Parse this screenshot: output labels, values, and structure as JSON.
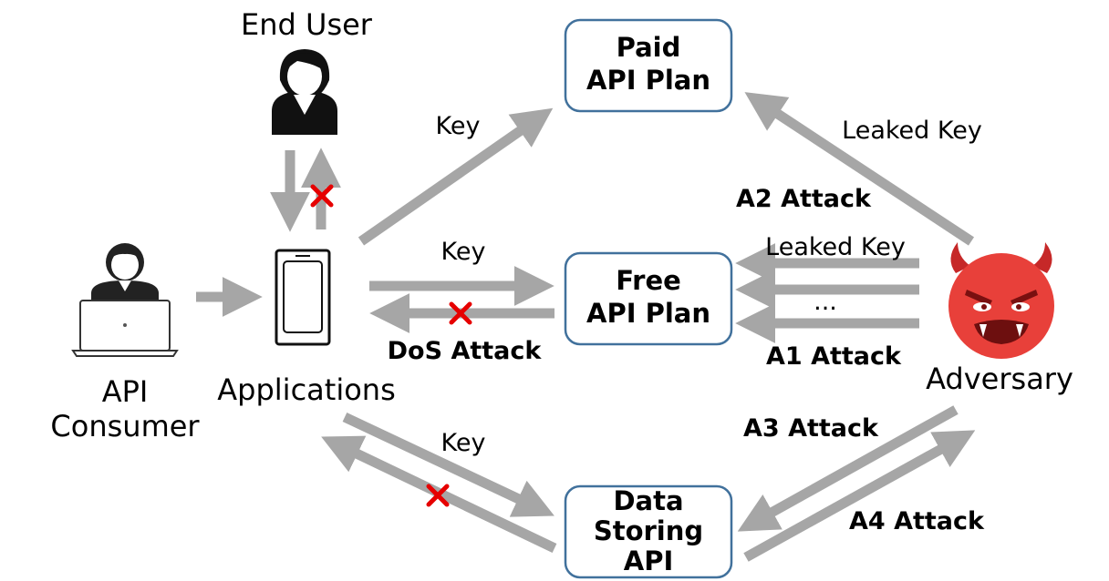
{
  "nodes": {
    "end_user": "End User",
    "api_consumer": [
      "API",
      "Consumer"
    ],
    "applications": "Applications",
    "adversary": "Adversary",
    "paid_plan": [
      "Paid",
      "API Plan"
    ],
    "free_plan": [
      "Free",
      "API Plan"
    ],
    "data_api": [
      "Data",
      "Storing",
      "API"
    ]
  },
  "edge_labels": {
    "key_paid": "Key",
    "key_free": "Key",
    "key_data": "Key",
    "leaked_key_paid": "Leaked Key",
    "leaked_key_free": "Leaked Key",
    "ellipsis": "...",
    "dos_attack": "DoS Attack",
    "a1": "A1 Attack",
    "a2": "A2 Attack",
    "a3": "A3 Attack",
    "a4": "A4 Attack"
  },
  "colors": {
    "arrow": "#a6a6a6",
    "box_border": "#41719c",
    "blocked_mark": "#e60000",
    "devil_face": "#e8403a"
  },
  "icons": [
    "user-icon",
    "laptop-user-icon",
    "smartphone-icon",
    "devil-icon",
    "blocked-x-icon"
  ]
}
